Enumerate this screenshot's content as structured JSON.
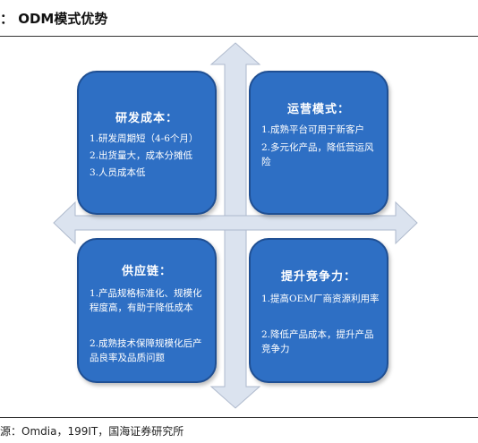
{
  "title": "：  ODM模式优势",
  "source": "源：Omdia，199IT，国海证券研究所",
  "colors": {
    "box_fill": "#2e6fc4",
    "box_border": "#1f4f93",
    "arrow_fill": "#dbe3ef",
    "arrow_stroke": "#aeb9cc"
  },
  "quadrants": [
    {
      "title": "研发成本：",
      "items": [
        "1.研发周期短（4-6个月）",
        "2.出货量大，成本分摊低",
        "3.人员成本低"
      ]
    },
    {
      "title": "运营模式：",
      "items": [
        "1.成熟平台可用于新客户",
        "2.多元化产品，降低营运风险"
      ]
    },
    {
      "title": "供应链：",
      "items": [
        "1.产品规格标准化、规模化程度高，有助于降低成本",
        "2.成熟技术保障规模化后产品良率及品质问题"
      ]
    },
    {
      "title": "提升竞争力：",
      "items": [
        "1.提高OEM厂商资源利用率",
        "2.降低产品成本，提升产品竞争力"
      ]
    }
  ]
}
